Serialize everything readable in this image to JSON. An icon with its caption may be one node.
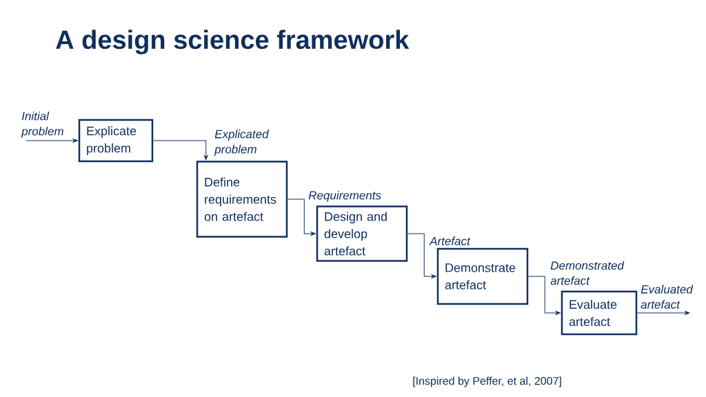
{
  "diagram": {
    "title": "A design science framework",
    "caption": "[Inspired by Peffer, et al, 2007]",
    "nodes": [
      {
        "text": [
          "Explicate problem"
        ]
      },
      {
        "text": [
          "Define requirements on artefact"
        ]
      },
      {
        "text": [
          "Design and develop artefact"
        ]
      },
      {
        "text": [
          "Demonstrate artefact"
        ]
      },
      {
        "text": [
          "Evaluate artefact"
        ]
      }
    ],
    "edges": [
      {
        "from": null,
        "to": 0,
        "arrow": "to",
        "label": "Initial problem"
      },
      {
        "from": 0,
        "to": 1,
        "arrow": "to",
        "label": "Explicated problem"
      },
      {
        "from": 1,
        "to": 2,
        "arrow": "to",
        "label": "Requirements"
      },
      {
        "from": 2,
        "to": 3,
        "arrow": "to",
        "label": "Artefact"
      },
      {
        "from": 3,
        "to": 4,
        "arrow": "to",
        "label": "Demonstrated artefact"
      },
      {
        "from": 4,
        "to": null,
        "arrow": "to",
        "label": "Evaluated artefact"
      }
    ]
  }
}
